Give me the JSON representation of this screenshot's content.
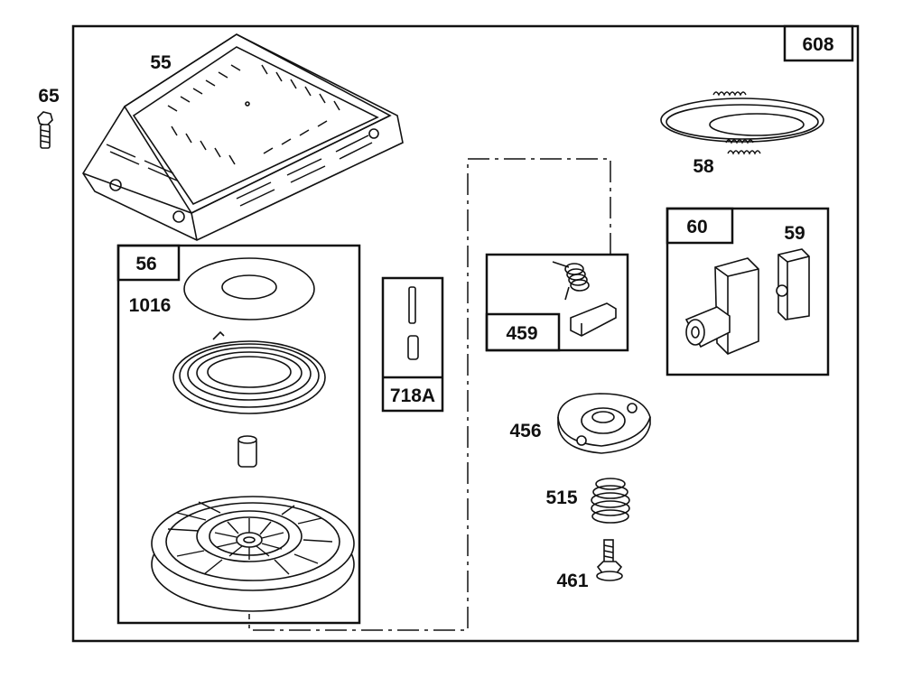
{
  "callouts": {
    "assembly": "608",
    "housing": "55",
    "bolt": "65",
    "rope": "58",
    "handle_kit": "60",
    "handle_insert": "59",
    "pulley_kit": "56",
    "spring_washer": "1016",
    "pin_kit": "718A",
    "pawl_kit": "459",
    "retainer": "456",
    "spring": "515",
    "screw": "461"
  }
}
